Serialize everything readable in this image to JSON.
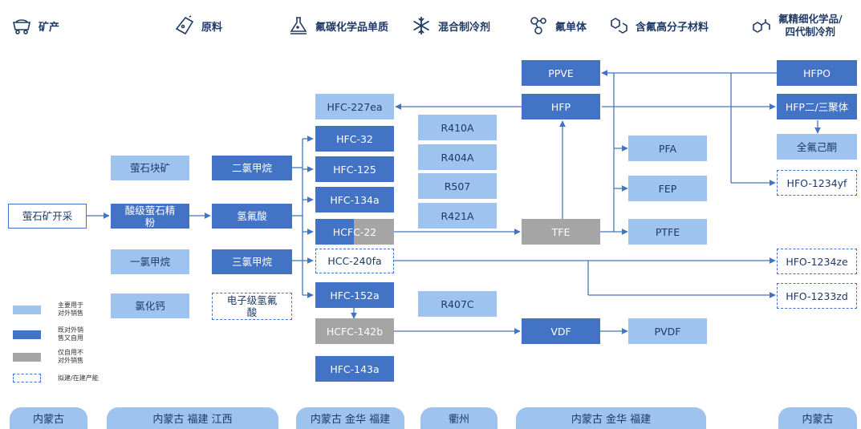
{
  "header": [
    {
      "icon": "mine-cart-icon",
      "label": "矿产"
    },
    {
      "icon": "flask-icon",
      "label": "原料"
    },
    {
      "icon": "lab-bottle-icon",
      "label": "氟碳化学品单质"
    },
    {
      "icon": "snowflake-icon",
      "label": "混合制冷剂"
    },
    {
      "icon": "molecule-icon",
      "label": "氟单体"
    },
    {
      "icon": "polymer-icon",
      "label": "含氟高分子材料"
    },
    {
      "icon": "chemical-structure-icon",
      "label": "氟精细化学品/",
      "label2": "四代制冷剂"
    }
  ],
  "nodes": {
    "fluorite_mining": "萤石矿开采",
    "fluorite_lump": "萤石块矿",
    "acid_fluorite_1": "酸级萤石精",
    "acid_fluorite_2": "粉",
    "monochloromethane": "一氯甲烷",
    "calcium_chloride": "氯化钙",
    "dichloromethane": "二氯甲烷",
    "hf": "氢氟酸",
    "trichloromethane": "三氯甲烷",
    "ehf_1": "电子级氢氟",
    "ehf_2": "酸",
    "hfc227ea": "HFC-227ea",
    "hfc32": "HFC-32",
    "hfc125": "HFC-125",
    "hfc134a": "HFC-134a",
    "hcfc22": "HCFC-22",
    "hcc240fa": "HCC-240fa",
    "hfc152a": "HFC-152a",
    "hcfc142b": "HCFC-142b",
    "hfc143a": "HFC-143a",
    "r410a": "R410A",
    "r404a": "R404A",
    "r507": "R507",
    "r421a": "R421A",
    "r407c": "R407C",
    "ppve": "PPVE",
    "hfp": "HFP",
    "tfe": "TFE",
    "vdf": "VDF",
    "pfa": "PFA",
    "fep": "FEP",
    "ptfe": "PTFE",
    "pvdf": "PVDF",
    "hfpo": "HFPO",
    "hfp_oligomer": "HFP二/三聚体",
    "pfhexanone": "全氟己酮",
    "hfo1234yf": "HFO-1234yf",
    "hfo1234ze": "HFO-1234ze",
    "hfo1233zd": "HFO-1233zd"
  },
  "legend": [
    {
      "style": "light",
      "line1": "主要用于",
      "line2": "对外销售"
    },
    {
      "style": "dark",
      "line1": "既对外销",
      "line2": "售又自用"
    },
    {
      "style": "gray",
      "line1": "仅自用不",
      "line2": "对外销售"
    },
    {
      "style": "dashed",
      "line1": "拟建/在建产能",
      "line2": ""
    }
  ],
  "regions": [
    "内蒙古",
    "内蒙古  福建  江西",
    "内蒙古  金华  福建",
    "衢州",
    "内蒙古  金华  福建",
    "内蒙古"
  ],
  "colors": {
    "light": "#9dc3ee",
    "dark": "#4373c4",
    "gray": "#a5a5a5",
    "line": "#4373c4",
    "header_text": "#1f3a66"
  }
}
